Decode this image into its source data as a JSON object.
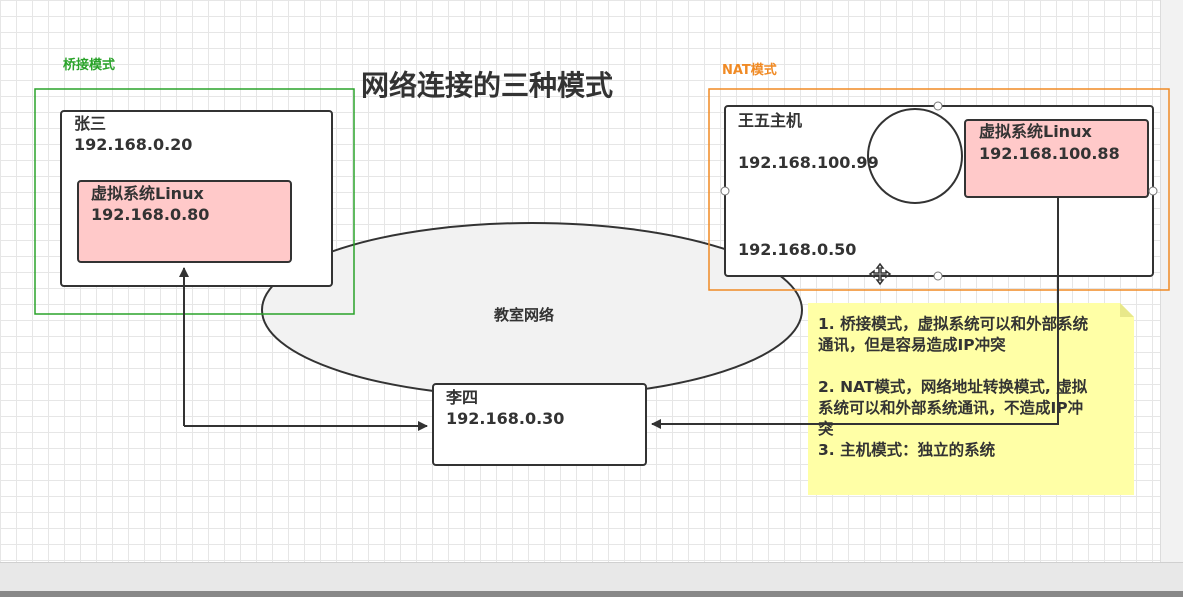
{
  "title": "网络连接的三种模式",
  "colors": {
    "bridge_frame": "#2aa32a",
    "nat_frame": "#f08a24",
    "vm_fill": "#ffc9c9",
    "note_fill": "#ffffa6",
    "line": "#333333"
  },
  "bridge": {
    "group_label": "桥接模式",
    "host_name": "张三",
    "host_ip": "192.168.0.20",
    "vm_name": "虚拟系统Linux",
    "vm_ip": "192.168.0.80"
  },
  "nat": {
    "group_label": "NAT模式",
    "host_name": "王五主机",
    "virtual_ip": "192.168.100.99",
    "host_ip": "192.168.0.50",
    "vm_name": "虚拟系统Linux",
    "vm_ip": "192.168.100.88"
  },
  "network": {
    "label": "教室网络"
  },
  "lisi": {
    "name": "李四",
    "ip": "192.168.0.30"
  },
  "note": {
    "item1_line1": "1. 桥接模式，虚拟系统可以和外部系统",
    "item1_line2": "通讯，但是容易造成IP冲突",
    "item2_line1": "2. NAT模式，网络地址转换模式, 虚拟",
    "item2_line2": "系统可以和外部系统通讯，不造成IP冲",
    "item2_line3": "突",
    "item3": "3. 主机模式：独立的系统"
  },
  "icons": {
    "move_cursor": "move-cursor-icon"
  }
}
